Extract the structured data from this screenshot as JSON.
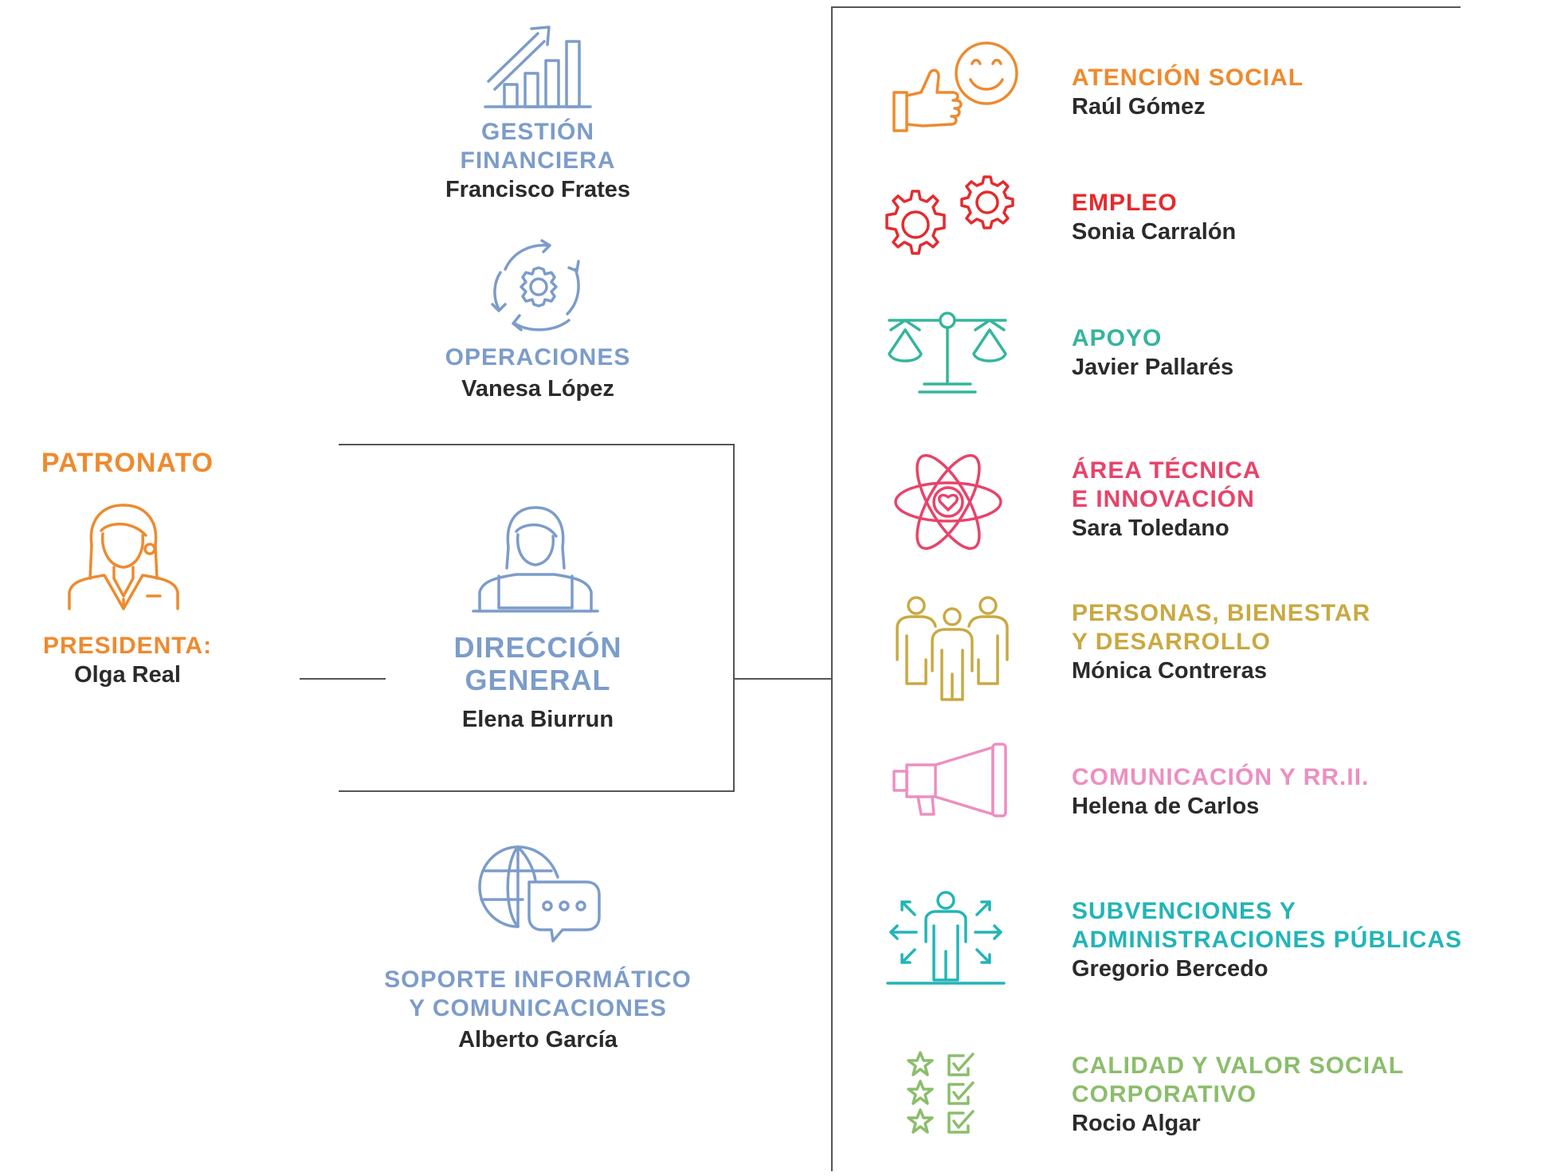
{
  "colors": {
    "blue": "#7c9cca",
    "orange": "#ee8a2e",
    "red": "#e42b2e",
    "teal": "#35b59c",
    "pink": "#e8436a",
    "gold": "#c9a942",
    "light_pink": "#ec8fc0",
    "cyan": "#22b5b7",
    "green": "#8bbd6b",
    "text": "#2b2b2b"
  },
  "patronato": {
    "title": "PATRONATO",
    "role": "PRESIDENTA:",
    "name": "Olga Real",
    "icon": "woman-avatar-icon"
  },
  "direccion": {
    "title_line1": "DIRECCIÓN",
    "title_line2": "GENERAL",
    "name": "Elena Biurrun",
    "icon": "person-laptop-icon"
  },
  "support_units": [
    {
      "title_lines": [
        "GESTIÓN",
        "FINANCIERA"
      ],
      "name": "Francisco Frates",
      "icon": "growth-chart-icon"
    },
    {
      "title_lines": [
        "OPERACIONES"
      ],
      "name": "Vanesa López",
      "icon": "gear-cycle-icon"
    },
    {
      "title_lines": [
        "SOPORTE INFORMÁTICO",
        "Y COMUNICACIONES"
      ],
      "name": "Alberto García",
      "icon": "globe-chat-icon"
    }
  ],
  "areas": [
    {
      "title_lines": [
        "ATENCIÓN SOCIAL"
      ],
      "name": "Raúl Gómez",
      "color": "#ee8a2e",
      "icon": "thumbs-up-smile-icon"
    },
    {
      "title_lines": [
        "EMPLEO"
      ],
      "name": "Sonia Carralón",
      "color": "#e42b2e",
      "icon": "gears-icon"
    },
    {
      "title_lines": [
        "APOYO"
      ],
      "name": "Javier Pallarés",
      "color": "#35b59c",
      "icon": "scales-icon"
    },
    {
      "title_lines": [
        "ÁREA TÉCNICA",
        "E INNOVACIÓN"
      ],
      "name": "Sara Toledano",
      "color": "#e8436a",
      "icon": "atom-heart-icon"
    },
    {
      "title_lines": [
        "PERSONAS, BIENESTAR",
        "Y DESARROLLO"
      ],
      "name": "Mónica Contreras",
      "color": "#c9a942",
      "icon": "people-group-icon"
    },
    {
      "title_lines": [
        "COMUNICACIÓN Y RR.II."
      ],
      "name": "Helena de Carlos",
      "color": "#ec8fc0",
      "icon": "megaphone-icon"
    },
    {
      "title_lines": [
        "SUBVENCIONES Y",
        "ADMINISTRACIONES PÚBLICAS"
      ],
      "name": "Gregorio Bercedo",
      "color": "#22b5b7",
      "icon": "person-arrows-icon"
    },
    {
      "title_lines": [
        "CALIDAD Y VALOR SOCIAL",
        "CORPORATIVO"
      ],
      "name": "Rocio Algar",
      "color": "#8bbd6b",
      "icon": "stars-checklist-icon"
    }
  ]
}
